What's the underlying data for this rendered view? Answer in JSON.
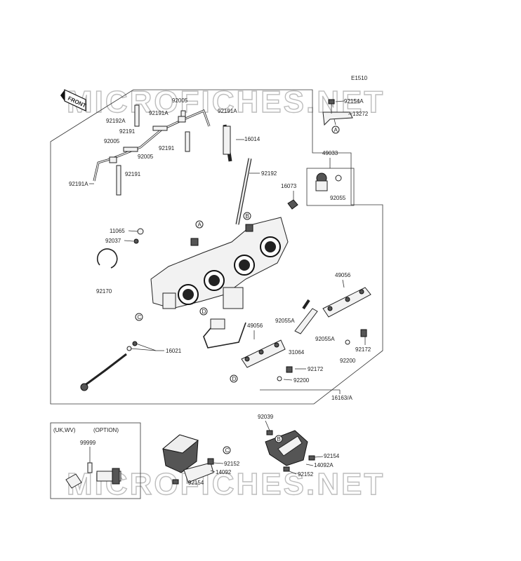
{
  "diagram": {
    "code": "E1510",
    "front_label": "FRONT",
    "watermark": "MICROFICHES.NET",
    "option_box": {
      "left_label": "(UK,WV)",
      "right_label": "(OPTION)"
    },
    "labels": {
      "l92154A": "92154A",
      "l13272": "13272",
      "l92005a": "92005",
      "l92191Aa": "92191A",
      "l92191Ab": "92191A",
      "l92192A": "92192A",
      "l92191a": "92191",
      "l92005b": "92005",
      "l92005c": "92005",
      "l92191b": "92191",
      "l16014": "16014",
      "l92191c": "92191",
      "l92192": "92192",
      "l92191Ac": "92191A",
      "l49033": "49033",
      "l16073": "16073",
      "l92055": "92055",
      "l11065": "11065",
      "l92037": "92037",
      "l92170": "92170",
      "l49056a": "49056",
      "l49056b": "49056",
      "l92055A_a": "92055A",
      "l92055A_b": "92055A",
      "l31064": "31064",
      "l92172a": "92172",
      "l92172b": "92172",
      "l92200a": "92200",
      "l92200b": "92200",
      "l16021": "16021",
      "l16163A": "16163/A",
      "l99999": "99999",
      "l92152a": "92152",
      "l14092": "14092",
      "l92154a": "92154",
      "l92039": "92039",
      "l92154b": "92154",
      "l14092A": "14092A",
      "l92152b": "92152"
    },
    "callouts": {
      "A1": "A",
      "A2": "A",
      "B1": "B",
      "B2": "B",
      "C1": "C",
      "C2": "C",
      "D1": "D",
      "D2": "D"
    }
  }
}
